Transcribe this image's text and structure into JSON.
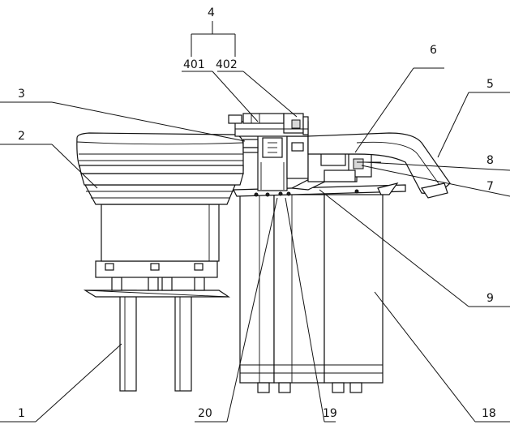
{
  "labels": {
    "l1": "1",
    "l2": "2",
    "l3": "3",
    "l4": "4",
    "l401": "401",
    "l402": "402",
    "l5": "5",
    "l6": "6",
    "l7": "7",
    "l8": "8",
    "l9": "9",
    "l18": "18",
    "l19": "19",
    "l20": "20"
  }
}
